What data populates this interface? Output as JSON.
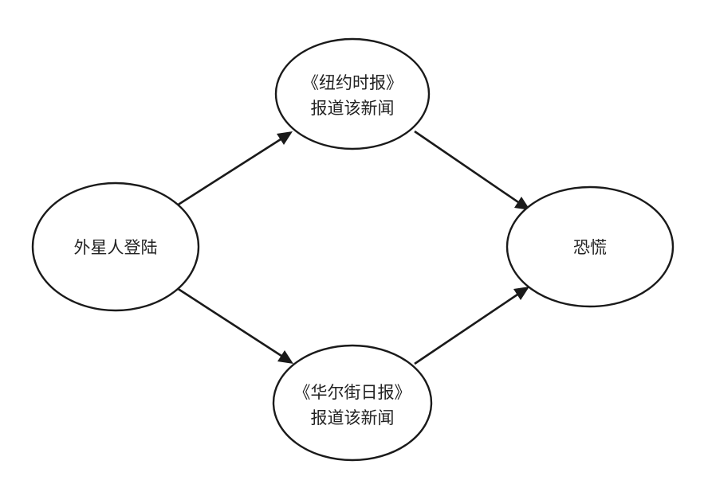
{
  "nodes": {
    "alien_landing": {
      "lines": [
        "外星人登陆"
      ]
    },
    "nyt_report": {
      "lines": [
        "《纽约时报》",
        "报道该新闻"
      ]
    },
    "wsj_report": {
      "lines": [
        "《华尔街日报》",
        "报道该新闻"
      ]
    },
    "panic": {
      "lines": [
        "恐慌"
      ]
    }
  },
  "edges": [
    {
      "from": "alien_landing",
      "to": "nyt_report"
    },
    {
      "from": "alien_landing",
      "to": "wsj_report"
    },
    {
      "from": "nyt_report",
      "to": "panic"
    },
    {
      "from": "wsj_report",
      "to": "panic"
    }
  ]
}
